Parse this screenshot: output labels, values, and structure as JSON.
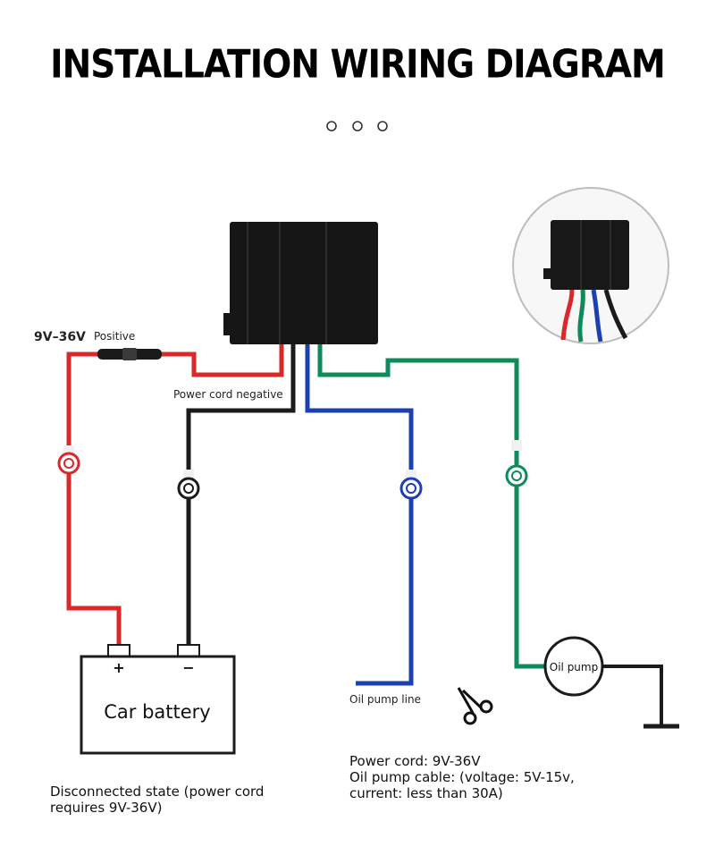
{
  "title": "INSTALLATION WIRING DIAGRAM",
  "labels": {
    "voltage": "9V–36V",
    "positive": "Positive",
    "power_cord_negative": "Power cord negative",
    "oil_pump_line": "Oil pump line",
    "oil_pump": "Oil pump",
    "car_battery": "Car battery",
    "battery_plus": "+",
    "battery_minus": "−"
  },
  "notes": {
    "left": [
      "Disconnected state (power cord",
      "requires 9V-36V)"
    ],
    "right": [
      "Power cord: 9V-36V",
      "Oil pump cable: (voltage: 5V-15v,",
      "current: less than 30A)"
    ]
  },
  "colors": {
    "red_wire": "#d8292b",
    "black_wire": "#1b1b1b",
    "blue_wire": "#1c3fb1",
    "green_wire": "#0f8a5a",
    "relay_body": "#161616"
  },
  "icons": [
    "scissors-icon"
  ]
}
